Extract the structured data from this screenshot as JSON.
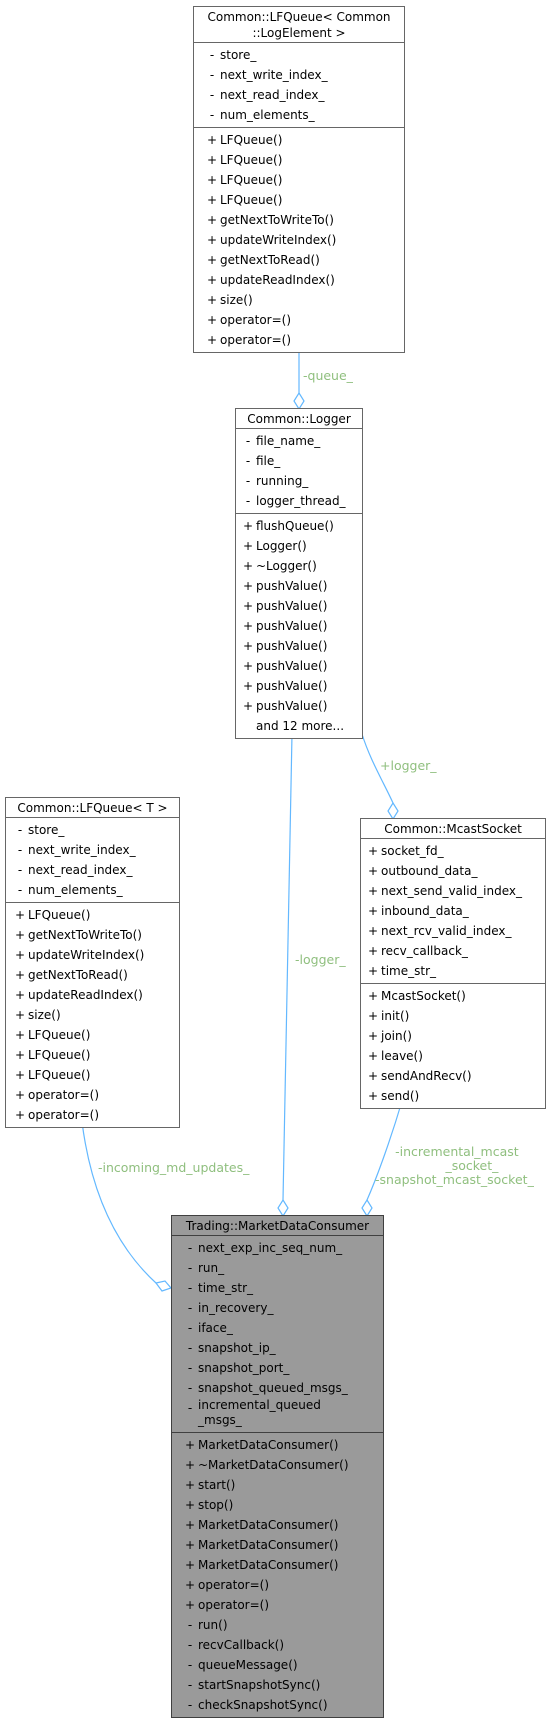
{
  "classes": {
    "lfqueue_log": {
      "title_line1": "Common::LFQueue< Common",
      "title_line2": "::LogElement >",
      "attributes": [
        {
          "vis": "-",
          "name": "store_"
        },
        {
          "vis": "-",
          "name": "next_write_index_"
        },
        {
          "vis": "-",
          "name": "next_read_index_"
        },
        {
          "vis": "-",
          "name": "num_elements_"
        }
      ],
      "methods": [
        {
          "vis": "+",
          "name": "LFQueue()"
        },
        {
          "vis": "+",
          "name": "LFQueue()"
        },
        {
          "vis": "+",
          "name": "LFQueue()"
        },
        {
          "vis": "+",
          "name": "LFQueue()"
        },
        {
          "vis": "+",
          "name": "getNextToWriteTo()"
        },
        {
          "vis": "+",
          "name": "updateWriteIndex()"
        },
        {
          "vis": "+",
          "name": "getNextToRead()"
        },
        {
          "vis": "+",
          "name": "updateReadIndex()"
        },
        {
          "vis": "+",
          "name": "size()"
        },
        {
          "vis": "+",
          "name": "operator=()"
        },
        {
          "vis": "+",
          "name": "operator=()"
        }
      ]
    },
    "logger": {
      "title": "Common::Logger",
      "attributes": [
        {
          "vis": "-",
          "name": "file_name_"
        },
        {
          "vis": "-",
          "name": "file_"
        },
        {
          "vis": "-",
          "name": "running_"
        },
        {
          "vis": "-",
          "name": "logger_thread_"
        }
      ],
      "methods": [
        {
          "vis": "+",
          "name": "flushQueue()"
        },
        {
          "vis": "+",
          "name": "Logger()"
        },
        {
          "vis": "+",
          "name": "~Logger()"
        },
        {
          "vis": "+",
          "name": "pushValue()"
        },
        {
          "vis": "+",
          "name": "pushValue()"
        },
        {
          "vis": "+",
          "name": "pushValue()"
        },
        {
          "vis": "+",
          "name": "pushValue()"
        },
        {
          "vis": "+",
          "name": "pushValue()"
        },
        {
          "vis": "+",
          "name": "pushValue()"
        },
        {
          "vis": "+",
          "name": "pushValue()"
        },
        {
          "vis": "",
          "name": "and 12 more..."
        }
      ]
    },
    "lfqueue_t": {
      "title": "Common::LFQueue< T >",
      "attributes": [
        {
          "vis": "-",
          "name": "store_"
        },
        {
          "vis": "-",
          "name": "next_write_index_"
        },
        {
          "vis": "-",
          "name": "next_read_index_"
        },
        {
          "vis": "-",
          "name": "num_elements_"
        }
      ],
      "methods": [
        {
          "vis": "+",
          "name": "LFQueue()"
        },
        {
          "vis": "+",
          "name": "getNextToWriteTo()"
        },
        {
          "vis": "+",
          "name": "updateWriteIndex()"
        },
        {
          "vis": "+",
          "name": "getNextToRead()"
        },
        {
          "vis": "+",
          "name": "updateReadIndex()"
        },
        {
          "vis": "+",
          "name": "size()"
        },
        {
          "vis": "+",
          "name": "LFQueue()"
        },
        {
          "vis": "+",
          "name": "LFQueue()"
        },
        {
          "vis": "+",
          "name": "LFQueue()"
        },
        {
          "vis": "+",
          "name": "operator=()"
        },
        {
          "vis": "+",
          "name": "operator=()"
        }
      ]
    },
    "mcast": {
      "title": "Common::McastSocket",
      "attributes": [
        {
          "vis": "+",
          "name": "socket_fd_"
        },
        {
          "vis": "+",
          "name": "outbound_data_"
        },
        {
          "vis": "+",
          "name": "next_send_valid_index_"
        },
        {
          "vis": "+",
          "name": "inbound_data_"
        },
        {
          "vis": "+",
          "name": "next_rcv_valid_index_"
        },
        {
          "vis": "+",
          "name": "recv_callback_"
        },
        {
          "vis": "+",
          "name": "time_str_"
        }
      ],
      "methods": [
        {
          "vis": "+",
          "name": "McastSocket()"
        },
        {
          "vis": "+",
          "name": "init()"
        },
        {
          "vis": "+",
          "name": "join()"
        },
        {
          "vis": "+",
          "name": "leave()"
        },
        {
          "vis": "+",
          "name": "sendAndRecv()"
        },
        {
          "vis": "+",
          "name": "send()"
        }
      ]
    },
    "mdc": {
      "title": "Trading::MarketDataConsumer",
      "attributes": [
        {
          "vis": "-",
          "name": "next_exp_inc_seq_num_"
        },
        {
          "vis": "-",
          "name": "run_"
        },
        {
          "vis": "-",
          "name": "time_str_"
        },
        {
          "vis": "-",
          "name": "in_recovery_"
        },
        {
          "vis": "-",
          "name": "iface_"
        },
        {
          "vis": "-",
          "name": "snapshot_ip_"
        },
        {
          "vis": "-",
          "name": "snapshot_port_"
        },
        {
          "vis": "-",
          "name": "snapshot_queued_msgs_"
        },
        {
          "vis": "-",
          "name": "incremental_queued\n_msgs_"
        }
      ],
      "methods": [
        {
          "vis": "+",
          "name": "MarketDataConsumer()"
        },
        {
          "vis": "+",
          "name": "~MarketDataConsumer()"
        },
        {
          "vis": "+",
          "name": "start()"
        },
        {
          "vis": "+",
          "name": "stop()"
        },
        {
          "vis": "+",
          "name": "MarketDataConsumer()"
        },
        {
          "vis": "+",
          "name": "MarketDataConsumer()"
        },
        {
          "vis": "+",
          "name": "MarketDataConsumer()"
        },
        {
          "vis": "+",
          "name": "operator=()"
        },
        {
          "vis": "+",
          "name": "operator=()"
        },
        {
          "vis": "-",
          "name": "run()"
        },
        {
          "vis": "-",
          "name": "recvCallback()"
        },
        {
          "vis": "-",
          "name": "queueMessage()"
        },
        {
          "vis": "-",
          "name": "startSnapshotSync()"
        },
        {
          "vis": "-",
          "name": "checkSnapshotSync()"
        }
      ]
    }
  },
  "edges": {
    "queue": "-queue_",
    "logger_to_mcast": "+logger_",
    "logger_to_mdc": "-logger_",
    "incoming": "-incoming_md_updates_",
    "incremental_line1": "-incremental_mcast",
    "incremental_line2": "_socket_",
    "incremental_line3": "-snapshot_mcast_socket_"
  },
  "colors": {
    "edge": "#63b8ff",
    "edge_label": "#8fbf7e",
    "focus_fill": "#9a9a9a"
  }
}
